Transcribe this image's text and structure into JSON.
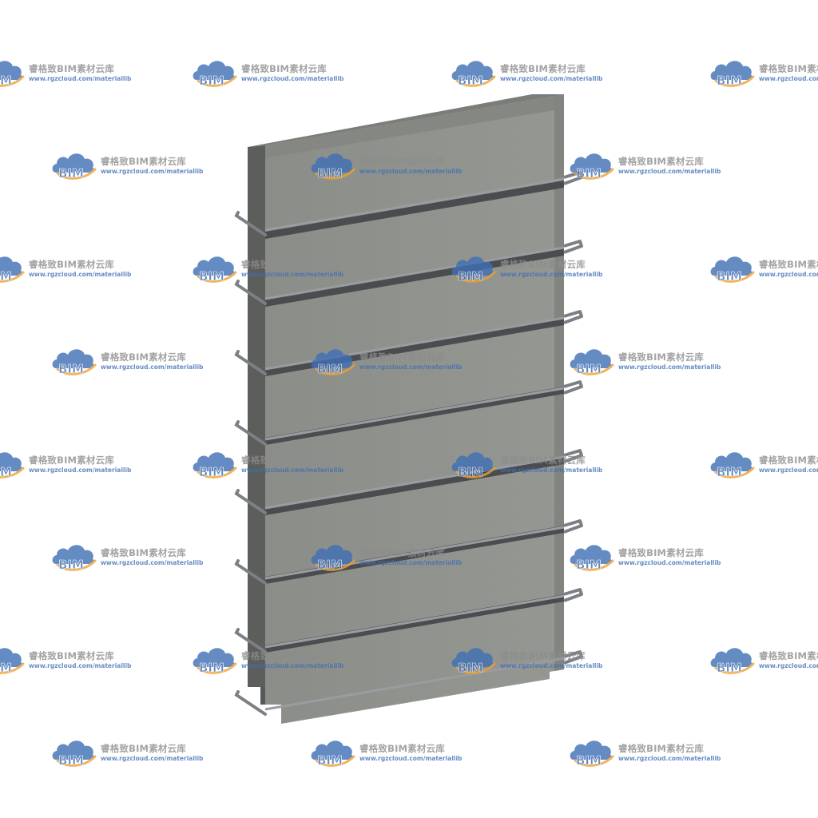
{
  "watermark": {
    "logo_text": "BIM",
    "title": "睿格致BIM素材云库",
    "url": "www.rgzcloud.com/materiallib",
    "colors": {
      "cloud_blue": "#3f6fb5",
      "accent_orange": "#f0a030",
      "title_gray": "#8d8d8d"
    }
  },
  "model": {
    "description_icon": "precast-wall-panel-icon",
    "colors": {
      "front_face": "#8e908b",
      "top_face": "#7b7d79",
      "side_face": "#5c5e5c",
      "groove": "#4a4c4f",
      "rebar": "#7c7f84"
    },
    "groove_count": 7,
    "rebar_loop_count": 8
  }
}
